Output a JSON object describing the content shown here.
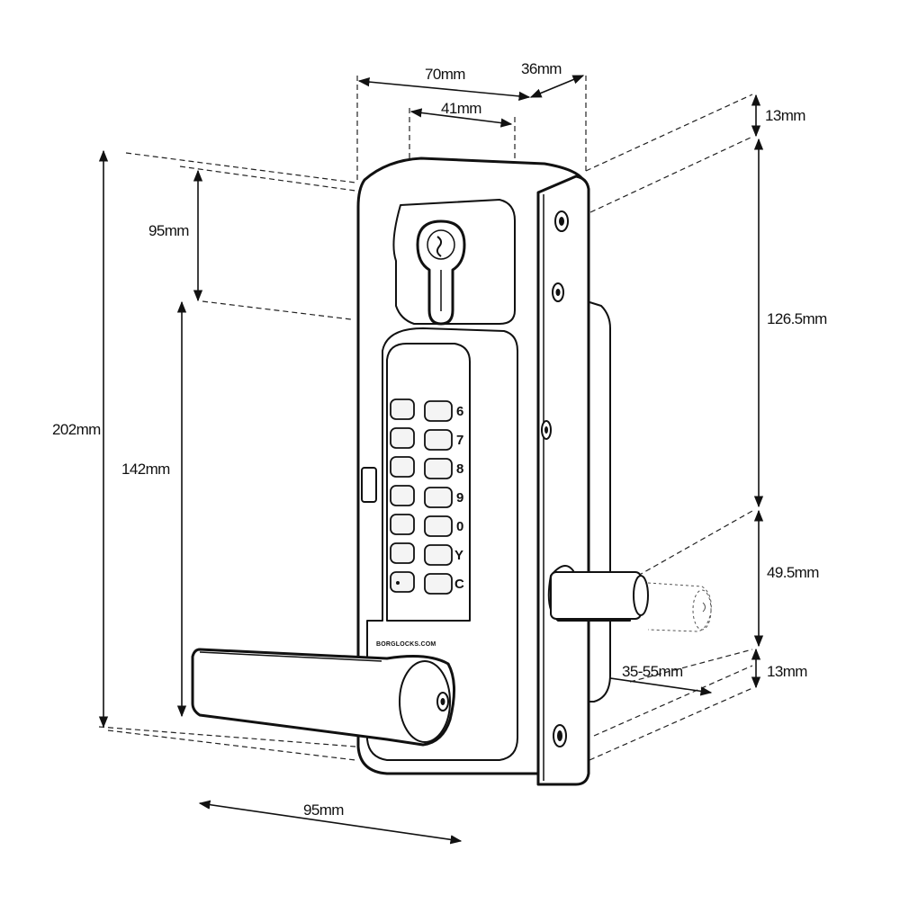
{
  "dimensions": {
    "width_70": "70mm",
    "depth_36": "36mm",
    "width_41": "41mm",
    "top_13": "13mm",
    "height_95": "95mm",
    "height_202": "202mm",
    "height_142": "142mm",
    "height_126_5": "126.5mm",
    "height_49_5": "49.5mm",
    "bottom_13": "13mm",
    "latch_35_55": "35-55mm",
    "lever_95": "95mm"
  },
  "keypad": {
    "right_labels": [
      "6",
      "7",
      "8",
      "9",
      "0",
      "Y",
      "C"
    ]
  },
  "brand": "BORGLOCKS.COM"
}
